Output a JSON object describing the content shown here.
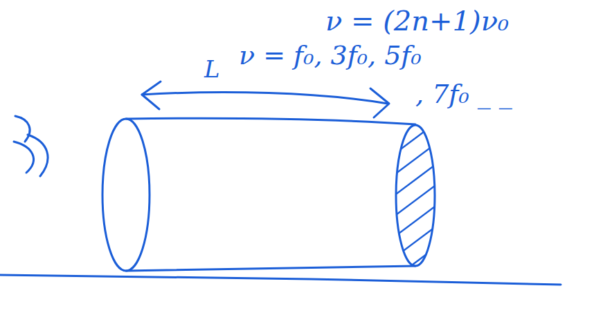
{
  "diagram": {
    "labels": [
      "ν = (2n+1)ν₀",
      "L",
      "ν = f₀, 3f₀, 5f₀",
      ", 7f₀ _ _"
    ]
  }
}
